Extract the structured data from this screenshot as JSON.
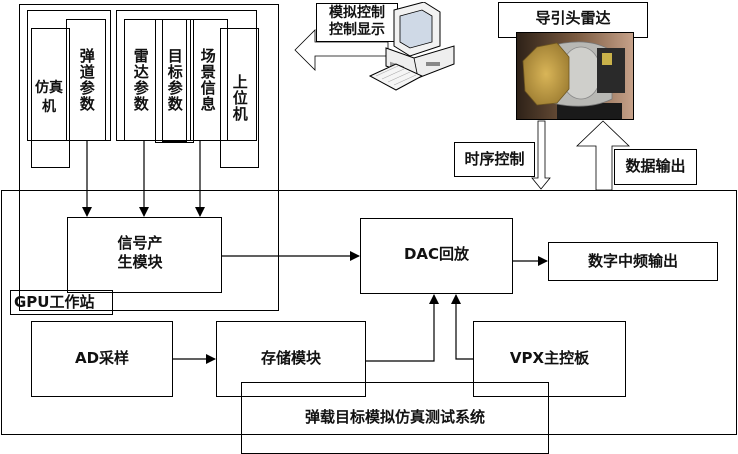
{
  "diagram": {
    "gpu_workstation": {
      "label": "GPU工作站",
      "simulator": "仿真机",
      "ballistic_params": "弹道参数",
      "radar_params": "雷达参数",
      "target_params": "目标参数",
      "scene_info": "场景信息",
      "host_computer": "上位机",
      "signal_gen": "信号产生模块"
    },
    "control_display": {
      "line1": "模拟控制",
      "line2": "控制显示",
      "icon": "desktop-computer-icon"
    },
    "seeker_radar": {
      "label": "导引头雷达",
      "photo": "radar-photo"
    },
    "timing_control": "时序控制",
    "data_output": "数据输出",
    "dac_playback": "DAC回放",
    "digital_if_output": "数字中频输出",
    "ad_sampling": "AD采样",
    "storage_module": "存储模块",
    "vpx_board": "VPX主控板",
    "system_title": "弹载目标模拟仿真测试系统"
  }
}
